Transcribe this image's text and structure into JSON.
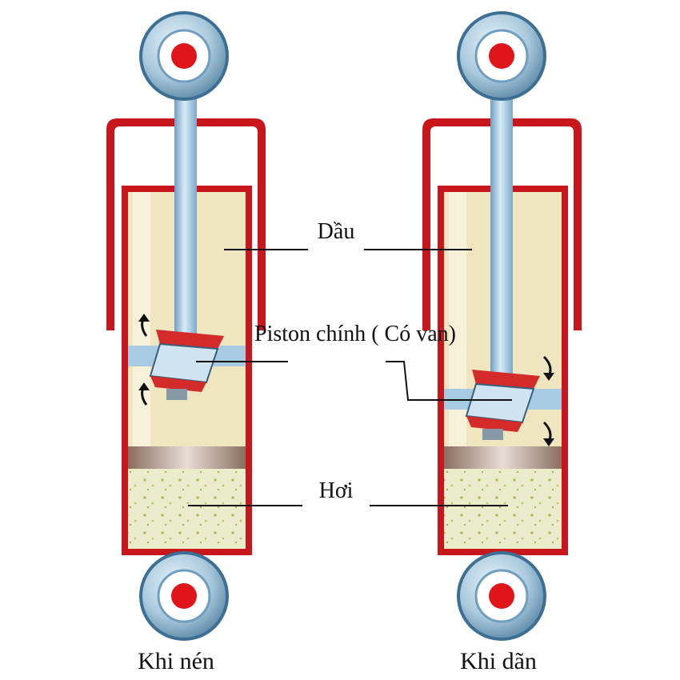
{
  "labels": {
    "oil": "Dầu",
    "piston": "Piston chính ( Có van)",
    "gas": "Hơi",
    "compression": "Khi nén",
    "extension": "Khi dãn"
  },
  "colors": {
    "housing": "#c8161d",
    "oil": "#efe6c0",
    "gas": "#e9ebc6",
    "rod": "#8fb8d6",
    "band": "#9c8070",
    "eye_outer": "#a9c9dc",
    "eye_center": "#e0141b"
  }
}
